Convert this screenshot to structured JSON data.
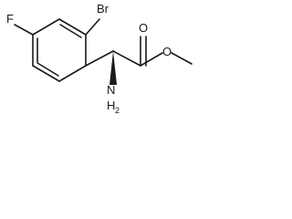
{
  "molecule": {
    "atoms": {
      "fluorine": "F",
      "bromine": "Br",
      "carbonyl_oxygen": "O",
      "ester_oxygen": "O",
      "amine_nitrogen": "N",
      "amine_hydrogen": "H",
      "amine_hydrogen_count": "2"
    }
  }
}
